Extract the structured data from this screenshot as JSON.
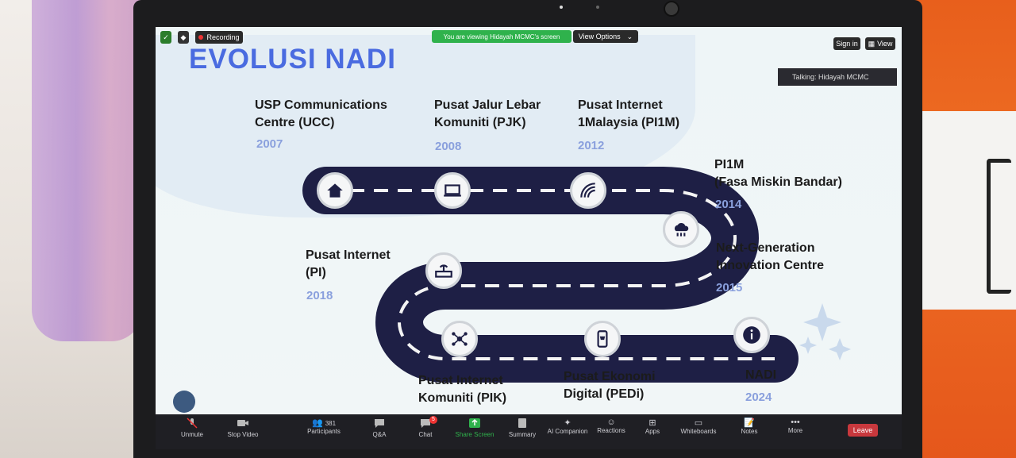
{
  "zoom_top": {
    "recording_label": "Recording",
    "viewing_banner": "You are viewing Hidayah MCMC's screen",
    "view_options": "View Options",
    "sign_in": "Sign in",
    "view": "View",
    "talking": "Talking: Hidayah MCMC"
  },
  "slide": {
    "title": "EVOLUSI NADI",
    "milestones": [
      {
        "name_l1": "USP Communications",
        "name_l2": "Centre (UCC)",
        "year": "2007"
      },
      {
        "name_l1": "Pusat Jalur Lebar",
        "name_l2": "Komuniti (PJK)",
        "year": "2008"
      },
      {
        "name_l1": "Pusat Internet",
        "name_l2": "1Malaysia (PI1M)",
        "year": "2012"
      },
      {
        "name_l1": "PI1M",
        "name_l2": "(Fasa Miskin Bandar)",
        "year": "2014"
      },
      {
        "name_l1": "Next-Generation",
        "name_l2": "Innovation Centre",
        "year": "2015"
      },
      {
        "name_l1": "Pusat Internet",
        "name_l2": "(PI)",
        "year": "2018"
      },
      {
        "name_l1": "Pusat Internet",
        "name_l2": "Komuniti (PIK)",
        "year": ""
      },
      {
        "name_l1": "Pusat Ekonomi",
        "name_l2": "Digital (PEDi)",
        "year": ""
      },
      {
        "name_l1": "NADI",
        "name_l2": "",
        "year": "2024"
      }
    ],
    "icons": [
      "home-icon",
      "laptop-icon",
      "wifi-icon",
      "cloud-network-icon",
      "router-icon",
      "network-hub-icon",
      "shopping-phone-icon",
      "info-icon"
    ]
  },
  "toolbar": {
    "unmute": "Unmute",
    "stop_video": "Stop Video",
    "participants": "Participants",
    "participants_count": "381",
    "qa": "Q&A",
    "chat": "Chat",
    "chat_badge": "5",
    "share_screen": "Share Screen",
    "summary": "Summary",
    "ai_companion": "AI Companion",
    "reactions": "Reactions",
    "apps": "Apps",
    "whiteboards": "Whiteboards",
    "notes": "Notes",
    "more": "More",
    "leave": "Leave"
  },
  "colors": {
    "road": "#1e1f45",
    "title": "#4a6be0",
    "year": "#8aa0dd",
    "share_green": "#2fb24c",
    "leave_red": "#c8383d"
  }
}
